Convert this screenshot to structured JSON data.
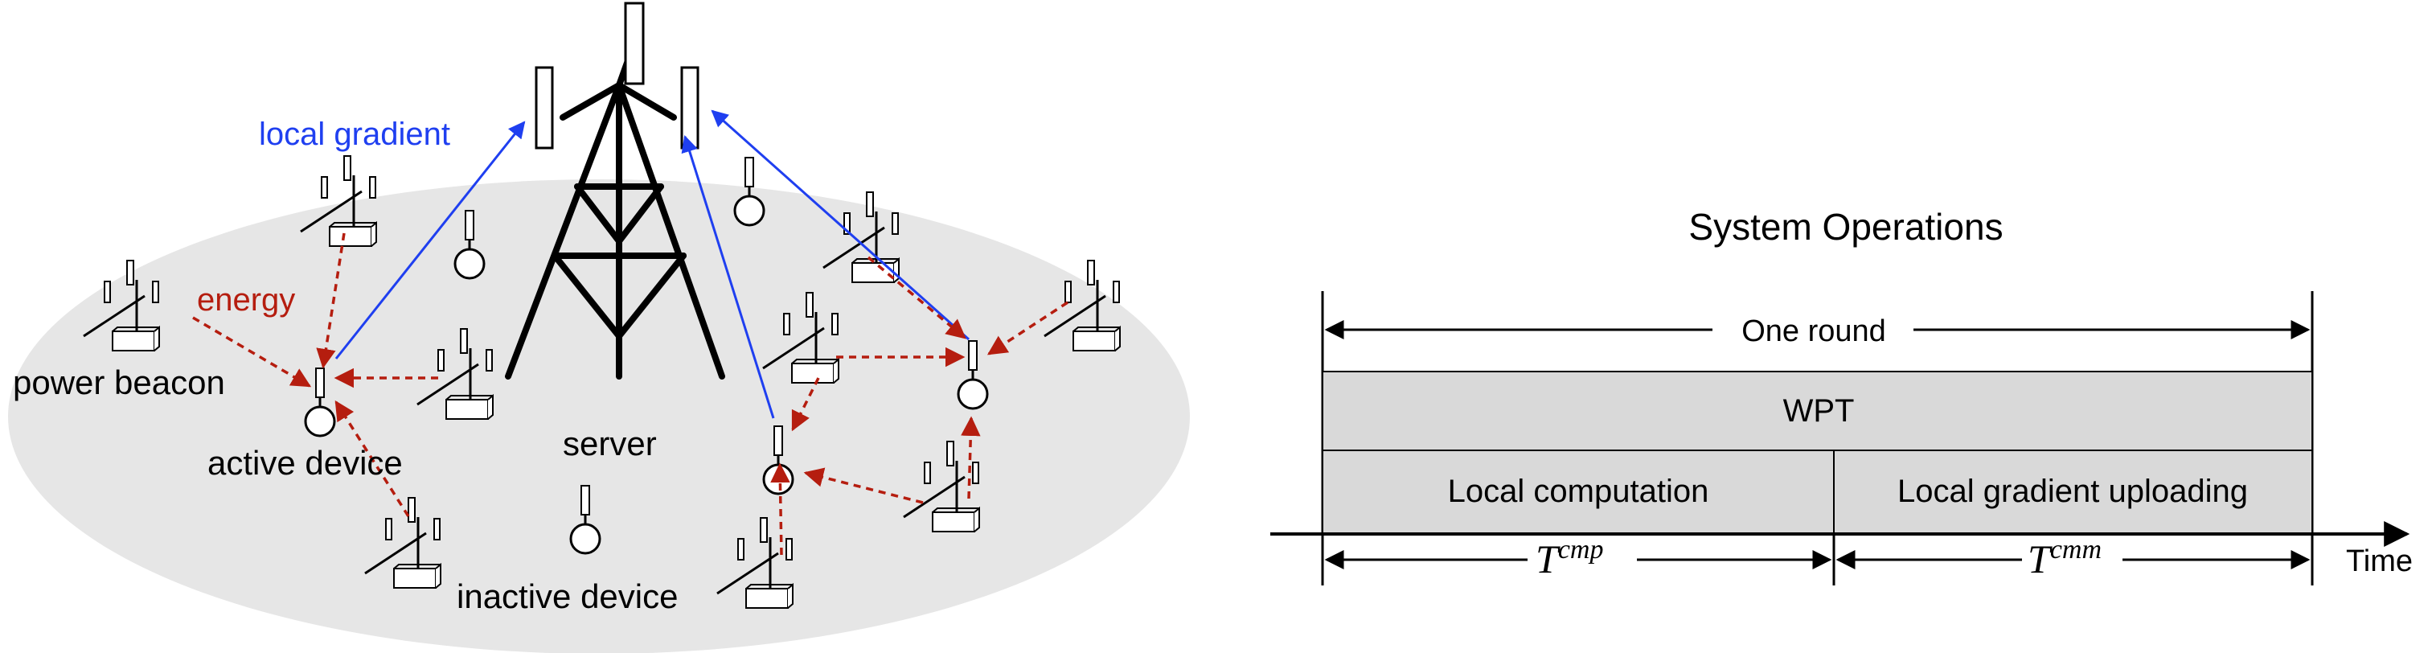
{
  "network": {
    "local_gradient_label": "local gradient",
    "energy_label": "energy",
    "power_beacon_label": "power beacon",
    "active_device_label": "active device",
    "server_label": "server",
    "inactive_device_label": "inactive device"
  },
  "timeline": {
    "title": "System Operations",
    "one_round_label": "One round",
    "wpt_label": "WPT",
    "local_computation_label": "Local computation",
    "local_uploading_label": "Local gradient uploading",
    "t_cmp_base": "T",
    "t_cmp_sup": "cmp",
    "t_cmm_base": "T",
    "t_cmm_sup": "cmm",
    "time_label": "Time"
  },
  "colors": {
    "gradient_arrow": "#1f3ff0",
    "energy_arrow": "#b51d0f",
    "ellipse_fill": "#e6e6e6",
    "box_fill": "#d9d9d9"
  }
}
